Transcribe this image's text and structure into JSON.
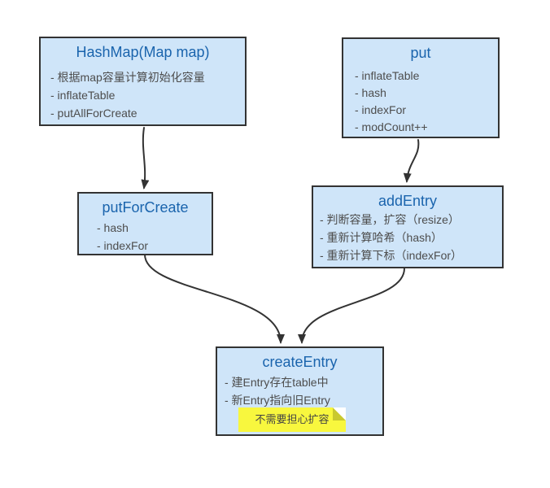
{
  "colors": {
    "background": "#ffffff",
    "node_fill": "#cfe5f9",
    "node_border": "#333333",
    "title_text": "#1a64ad",
    "body_text": "#4d4d4d",
    "arrow": "#333333",
    "note_fill": "#f8f73e",
    "note_fold": "#c9c92e",
    "note_text": "#444444"
  },
  "nodes": [
    {
      "id": "hashmap",
      "title": "HashMap(Map map)",
      "items": [
        "- 根据map容量计算初始化容量",
        "- inflateTable",
        "- putAllForCreate"
      ]
    },
    {
      "id": "put",
      "title": "put",
      "items": [
        "- inflateTable",
        "- hash",
        "- indexFor",
        "- modCount++"
      ]
    },
    {
      "id": "putForCreate",
      "title": "putForCreate",
      "items": [
        "- hash",
        "- indexFor"
      ]
    },
    {
      "id": "addEntry",
      "title": "addEntry",
      "items": [
        "- 判断容量，扩容（resize）",
        "- 重新计算哈希（hash）",
        "- 重新计算下标（indexFor）"
      ]
    },
    {
      "id": "createEntry",
      "title": "createEntry",
      "items": [
        "- 建Entry存在table中",
        "- 新Entry指向旧Entry"
      ]
    }
  ],
  "note": {
    "text": "不需要担心扩容"
  },
  "edges": [
    {
      "from": "HashMap(Map map)",
      "to": "putForCreate"
    },
    {
      "from": "put",
      "to": "addEntry"
    },
    {
      "from": "putForCreate",
      "to": "createEntry"
    },
    {
      "from": "addEntry",
      "to": "createEntry"
    }
  ]
}
